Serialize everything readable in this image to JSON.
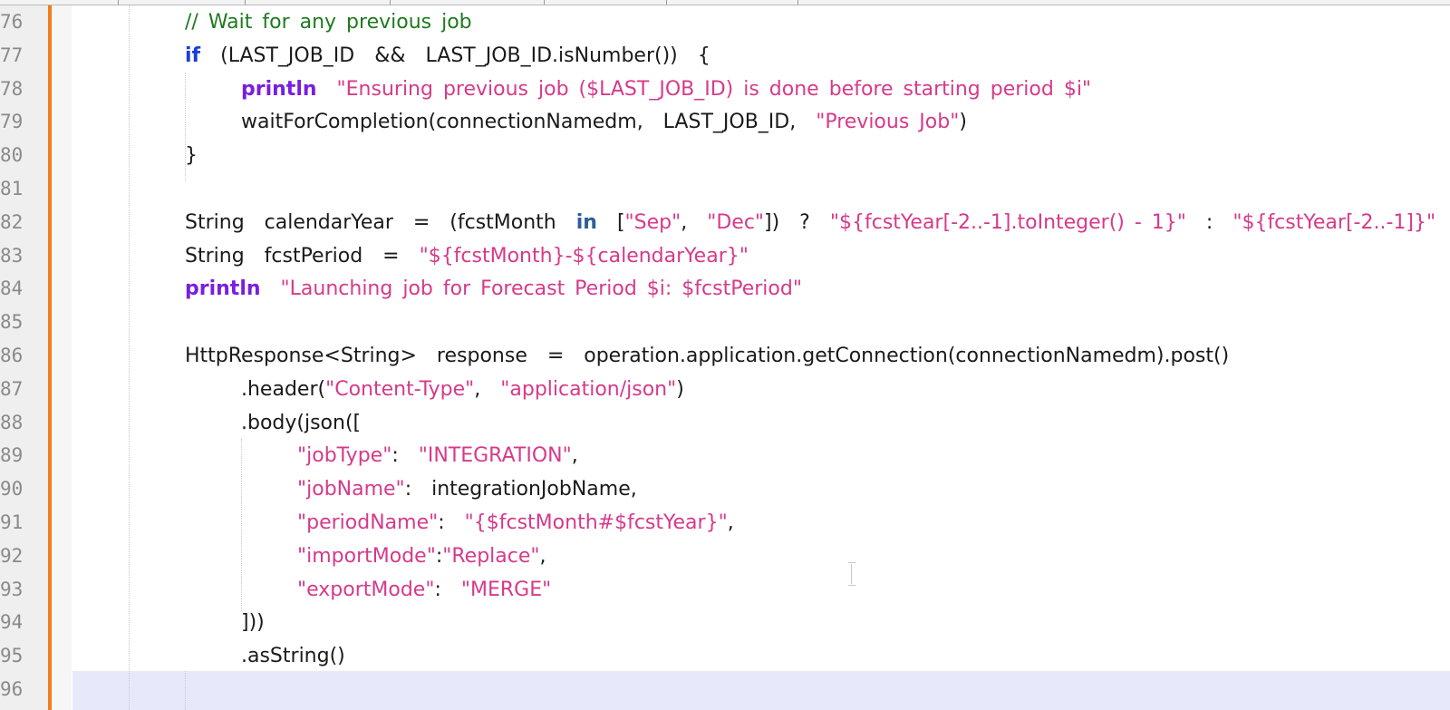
{
  "editor": {
    "lines": [
      {
        "num": "76",
        "indent": 2,
        "tokens": [
          {
            "t": "// Wait for any previous job",
            "c": "cm"
          }
        ]
      },
      {
        "num": "77",
        "indent": 2,
        "tokens": [
          {
            "t": "if",
            "c": "kw"
          },
          {
            "t": "  (LAST_JOB_ID  &&  LAST_JOB_ID.isNumber())  {",
            "c": ""
          }
        ]
      },
      {
        "num": "78",
        "indent": 3,
        "tokens": [
          {
            "t": "println",
            "c": "fn"
          },
          {
            "t": "  ",
            "c": ""
          },
          {
            "t": "\"Ensuring previous job ($LAST_JOB_ID) is done before starting period $i\"",
            "c": "str"
          }
        ]
      },
      {
        "num": "79",
        "indent": 3,
        "tokens": [
          {
            "t": "waitForCompletion(connectionNamedm,  LAST_JOB_ID,  ",
            "c": ""
          },
          {
            "t": "\"Previous Job\"",
            "c": "str"
          },
          {
            "t": ")",
            "c": ""
          }
        ]
      },
      {
        "num": "80",
        "indent": 2,
        "tokens": [
          {
            "t": "}",
            "c": ""
          }
        ]
      },
      {
        "num": "81",
        "indent": 2,
        "tokens": []
      },
      {
        "num": "82",
        "indent": 2,
        "tokens": [
          {
            "t": "String  calendarYear  =  (fcstMonth  ",
            "c": ""
          },
          {
            "t": "in",
            "c": "in"
          },
          {
            "t": "  [",
            "c": ""
          },
          {
            "t": "\"Sep\"",
            "c": "str"
          },
          {
            "t": ",  ",
            "c": ""
          },
          {
            "t": "\"Dec\"",
            "c": "str"
          },
          {
            "t": "])  ?  ",
            "c": ""
          },
          {
            "t": "\"${fcstYear[-2..-1].toInteger() - 1}\"",
            "c": "str"
          },
          {
            "t": "  :  ",
            "c": ""
          },
          {
            "t": "\"${fcstYear[-2..-1]}\"",
            "c": "str"
          }
        ]
      },
      {
        "num": "83",
        "indent": 2,
        "tokens": [
          {
            "t": "String  fcstPeriod  =  ",
            "c": ""
          },
          {
            "t": "\"${fcstMonth}-${calendarYear}\"",
            "c": "str"
          }
        ]
      },
      {
        "num": "84",
        "indent": 2,
        "tokens": [
          {
            "t": "println",
            "c": "fn"
          },
          {
            "t": "  ",
            "c": ""
          },
          {
            "t": "\"Launching job for Forecast Period $i: $fcstPeriod\"",
            "c": "str"
          }
        ]
      },
      {
        "num": "85",
        "indent": 2,
        "tokens": []
      },
      {
        "num": "86",
        "indent": 2,
        "tokens": [
          {
            "t": "HttpResponse<String>  response  =  operation.application.getConnection(connectionNamedm).post()",
            "c": ""
          }
        ]
      },
      {
        "num": "87",
        "indent": 3,
        "tokens": [
          {
            "t": ".header(",
            "c": ""
          },
          {
            "t": "\"Content-Type\"",
            "c": "str"
          },
          {
            "t": ",  ",
            "c": ""
          },
          {
            "t": "\"application/json\"",
            "c": "str"
          },
          {
            "t": ")",
            "c": ""
          }
        ]
      },
      {
        "num": "88",
        "indent": 3,
        "tokens": [
          {
            "t": ".body(json([",
            "c": ""
          }
        ]
      },
      {
        "num": "89",
        "indent": 4,
        "tokens": [
          {
            "t": "\"jobType\"",
            "c": "str"
          },
          {
            "t": ":  ",
            "c": ""
          },
          {
            "t": "\"INTEGRATION\"",
            "c": "str"
          },
          {
            "t": ",",
            "c": ""
          }
        ]
      },
      {
        "num": "90",
        "indent": 4,
        "tokens": [
          {
            "t": "\"jobName\"",
            "c": "str"
          },
          {
            "t": ":  integrationJobName,",
            "c": ""
          }
        ]
      },
      {
        "num": "91",
        "indent": 4,
        "tokens": [
          {
            "t": "\"periodName\"",
            "c": "str"
          },
          {
            "t": ":  ",
            "c": ""
          },
          {
            "t": "\"{$fcstMonth#$fcstYear}\"",
            "c": "str"
          },
          {
            "t": ",",
            "c": ""
          }
        ]
      },
      {
        "num": "92",
        "indent": 4,
        "tokens": [
          {
            "t": "\"importMode\"",
            "c": "str"
          },
          {
            "t": ":",
            "c": ""
          },
          {
            "t": "\"Replace\"",
            "c": "str"
          },
          {
            "t": ",",
            "c": ""
          }
        ]
      },
      {
        "num": "93",
        "indent": 4,
        "tokens": [
          {
            "t": "\"exportMode\"",
            "c": "str"
          },
          {
            "t": ":  ",
            "c": ""
          },
          {
            "t": "\"MERGE\"",
            "c": "str"
          }
        ]
      },
      {
        "num": "94",
        "indent": 3,
        "tokens": [
          {
            "t": "]))",
            "c": ""
          }
        ]
      },
      {
        "num": "95",
        "indent": 3,
        "tokens": [
          {
            "t": ".asString()",
            "c": ""
          }
        ]
      },
      {
        "num": "96",
        "indent": 2,
        "tokens": []
      }
    ]
  },
  "colors": {
    "keyword": "#1a3fd6",
    "function": "#7a1ee0",
    "string": "#d63a8a",
    "comment": "#1e7a1e",
    "change_bar": "#f07c1a",
    "current_line": "#e8e8fb"
  }
}
